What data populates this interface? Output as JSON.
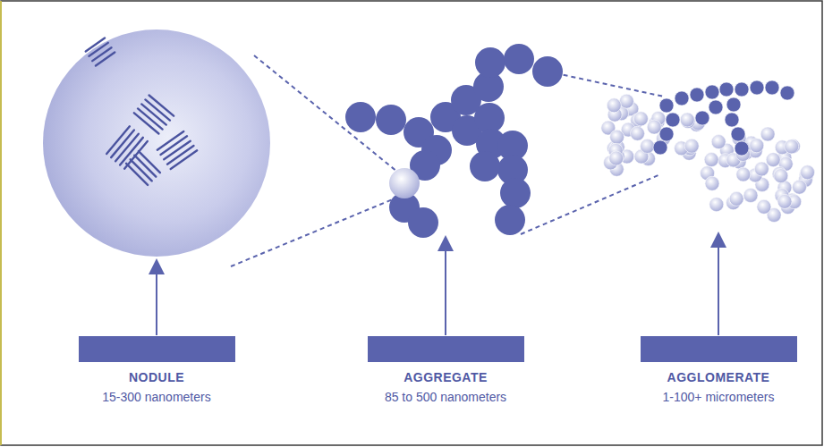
{
  "diagram": {
    "nodes": [
      {
        "text": [
          "NODULE",
          "15-300 nanometers"
        ]
      },
      {
        "text": [
          "AGGREGATE",
          "85 to 500 nanometers"
        ]
      },
      {
        "text": [
          "AGGLOMERATE",
          "1-100+ micrometers"
        ]
      }
    ]
  }
}
